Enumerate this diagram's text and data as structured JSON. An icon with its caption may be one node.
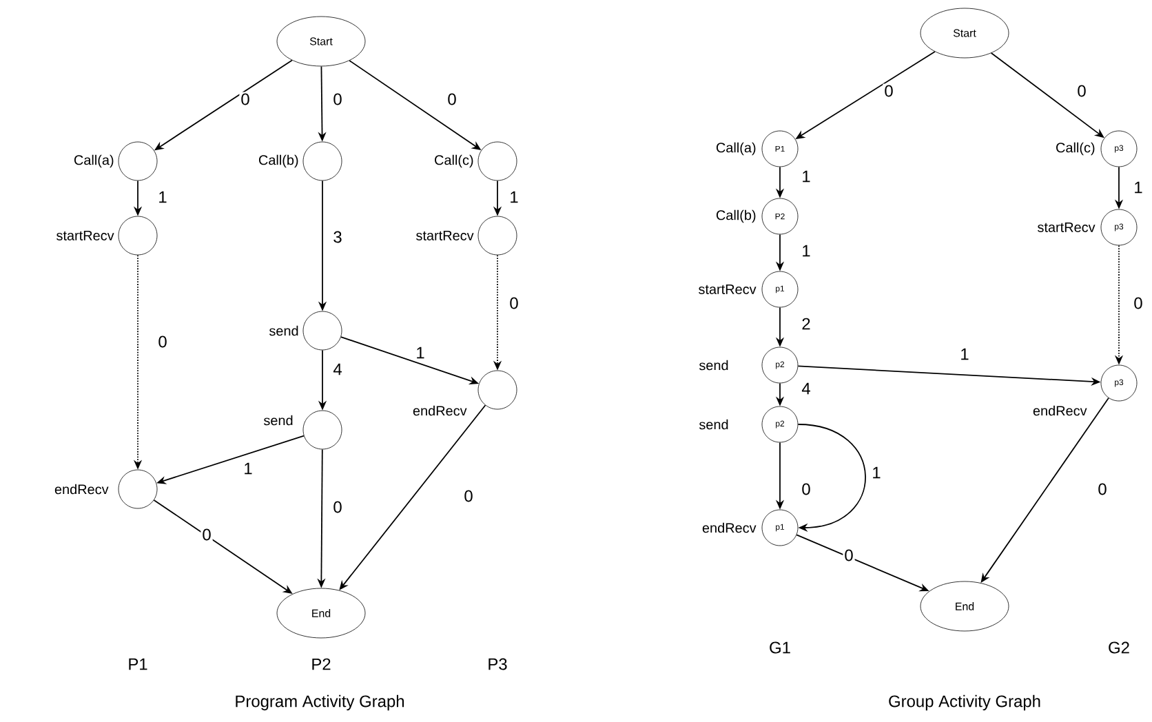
{
  "diagram": {
    "nodes": [
      {
        "text": [
          "Start"
        ]
      },
      {
        "text": [],
        "shape": "circle",
        "beside": [
          "Call(a)"
        ]
      },
      {
        "text": [],
        "shape": "circle",
        "beside": [
          "Call(b)"
        ]
      },
      {
        "text": [],
        "shape": "circle",
        "beside": [
          "Call(c)"
        ]
      },
      {
        "text": [],
        "shape": "circle",
        "beside": [
          "startRecv"
        ]
      },
      {
        "text": [],
        "shape": "circle",
        "beside": [
          "startRecv"
        ]
      },
      {
        "text": [],
        "shape": "circle",
        "beside": [
          "send"
        ]
      },
      {
        "text": [],
        "shape": "circle",
        "beside": [
          "endRecv"
        ]
      },
      {
        "text": [],
        "shape": "circle",
        "beside": [
          "send"
        ]
      },
      {
        "text": [],
        "shape": "circle",
        "beside": [
          "endRecv"
        ]
      },
      {
        "text": [
          "End"
        ]
      },
      {
        "text": [
          "Start"
        ]
      },
      {
        "text": [
          "P1"
        ],
        "beside": [
          "Call(a)"
        ]
      },
      {
        "text": [
          "P2"
        ],
        "beside": [
          "Call(b)"
        ]
      },
      {
        "text": [
          "p1"
        ],
        "beside": [
          "startRecv"
        ]
      },
      {
        "text": [
          "p2"
        ],
        "beside": [
          "send"
        ]
      },
      {
        "text": [
          "p2"
        ],
        "beside": [
          "send"
        ]
      },
      {
        "text": [
          "p1"
        ],
        "beside": [
          "endRecv"
        ]
      },
      {
        "text": [
          "End"
        ]
      },
      {
        "text": [
          "p3"
        ],
        "beside": [
          "Call(c)"
        ]
      },
      {
        "text": [
          "p3"
        ],
        "beside": [
          "startRecv"
        ]
      },
      {
        "text": [
          "p3"
        ],
        "beside": [
          "endRecv"
        ]
      }
    ],
    "edges": [
      {
        "from": 0,
        "to": 1,
        "arrow": "to",
        "label": "0"
      },
      {
        "from": 0,
        "to": 2,
        "arrow": "to",
        "label": "0"
      },
      {
        "from": 0,
        "to": 3,
        "arrow": "to",
        "label": "0"
      },
      {
        "from": 1,
        "to": 4,
        "arrow": "to",
        "label": "1"
      },
      {
        "from": 2,
        "to": 6,
        "arrow": "to",
        "label": "3"
      },
      {
        "from": 3,
        "to": 5,
        "arrow": "to",
        "label": "1"
      },
      {
        "from": 4,
        "to": 9,
        "arrow": "to",
        "label": "0",
        "style": "dashed"
      },
      {
        "from": 5,
        "to": 7,
        "arrow": "to",
        "label": "0",
        "style": "dashed"
      },
      {
        "from": 6,
        "to": 7,
        "arrow": "to",
        "label": "1"
      },
      {
        "from": 6,
        "to": 8,
        "arrow": "to",
        "label": "4"
      },
      {
        "from": 8,
        "to": 9,
        "arrow": "to",
        "label": "1"
      },
      {
        "from": 8,
        "to": 10,
        "arrow": "to",
        "label": "0"
      },
      {
        "from": 9,
        "to": 10,
        "arrow": "to",
        "label": "0"
      },
      {
        "from": 7,
        "to": 10,
        "arrow": "to",
        "label": "0"
      },
      {
        "from": 11,
        "to": 12,
        "arrow": "to",
        "label": "0"
      },
      {
        "from": 11,
        "to": 19,
        "arrow": "to",
        "label": "0"
      },
      {
        "from": 12,
        "to": 13,
        "arrow": "to",
        "label": "1"
      },
      {
        "from": 13,
        "to": 14,
        "arrow": "to",
        "label": "1"
      },
      {
        "from": 14,
        "to": 15,
        "arrow": "to",
        "label": "2"
      },
      {
        "from": 15,
        "to": 16,
        "arrow": "to",
        "label": "4"
      },
      {
        "from": 15,
        "to": 21,
        "arrow": "to",
        "label": "1"
      },
      {
        "from": 16,
        "to": 17,
        "arrow": "to",
        "label": "0"
      },
      {
        "from": 16,
        "to": 17,
        "arrow": "to",
        "label": "1"
      },
      {
        "from": 17,
        "to": 18,
        "arrow": "to",
        "label": "0"
      },
      {
        "from": 19,
        "to": 20,
        "arrow": "to",
        "label": "1"
      },
      {
        "from": 20,
        "to": 21,
        "arrow": "to",
        "label": "0",
        "style": "dashed"
      },
      {
        "from": 21,
        "to": 18,
        "arrow": "to",
        "label": "0"
      }
    ],
    "labels": [
      "P1",
      "P2",
      "P3",
      "Program Activity Graph",
      "G1",
      "G2",
      "Group Activity Graph"
    ]
  }
}
